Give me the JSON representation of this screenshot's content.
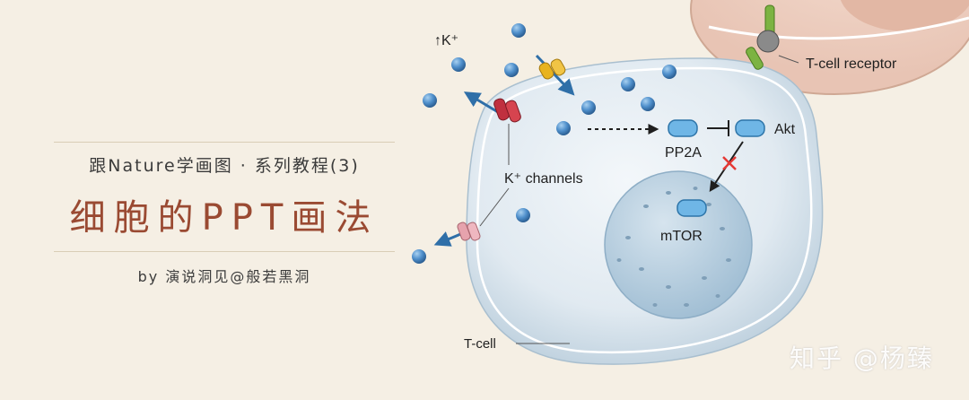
{
  "title": {
    "series": "跟Nature学画图 · 系列教程(3)",
    "main": "细胞的PPT画法",
    "byline": "by 演说洞见@般若黑洞"
  },
  "diagram": {
    "labels": {
      "k_plus_up": "↑K⁺",
      "t_cell_receptor": "T-cell receptor",
      "pp2a": "PP2A",
      "akt": "Akt",
      "mtor": "mTOR",
      "k_channels": "K⁺ channels",
      "t_cell": "T-cell"
    }
  },
  "watermark": "知乎 @杨臻",
  "colors": {
    "background": "#f5efe4",
    "cell_fill": "#dbe6ee",
    "nucleus_fill": "#b8cfde",
    "ion": "#4f8fcb",
    "arrow_blue": "#2f6fa8",
    "title_accent": "#9a4a32"
  }
}
